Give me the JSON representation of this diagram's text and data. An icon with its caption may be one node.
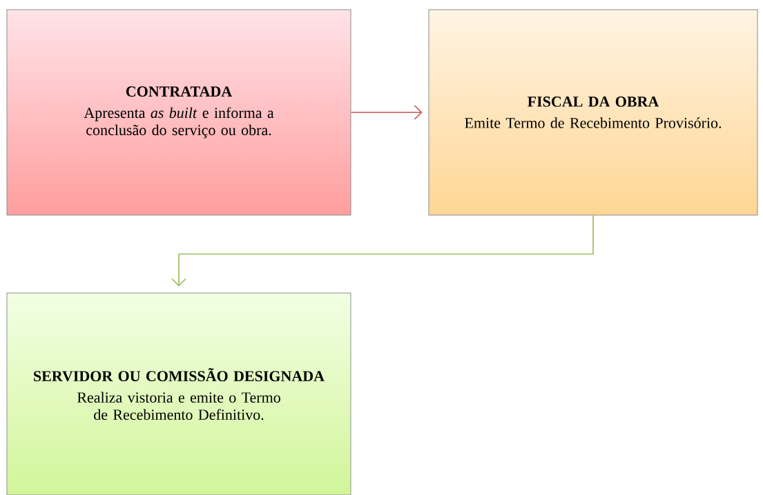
{
  "diagram": {
    "nodes": [
      {
        "text": [
          "CONTRATADA",
          "Apresenta *as built* e informa a conclusão do serviço ou obra."
        ]
      },
      {
        "text": [
          "FISCAL DA OBRA",
          "Emite Termo de Recebimento Provisório."
        ]
      },
      {
        "text": [
          "SERVIDOR OU COMISSÃO DESIGNADA",
          "Realiza vistoria e emite o Termo de Recebimento Definitivo."
        ]
      }
    ],
    "edges": [
      {
        "from": 0,
        "to": 1,
        "arrow": "to",
        "color": "#c0504d"
      },
      {
        "from": 1,
        "to": 2,
        "arrow": "to",
        "color": "#9bbb59"
      }
    ]
  }
}
